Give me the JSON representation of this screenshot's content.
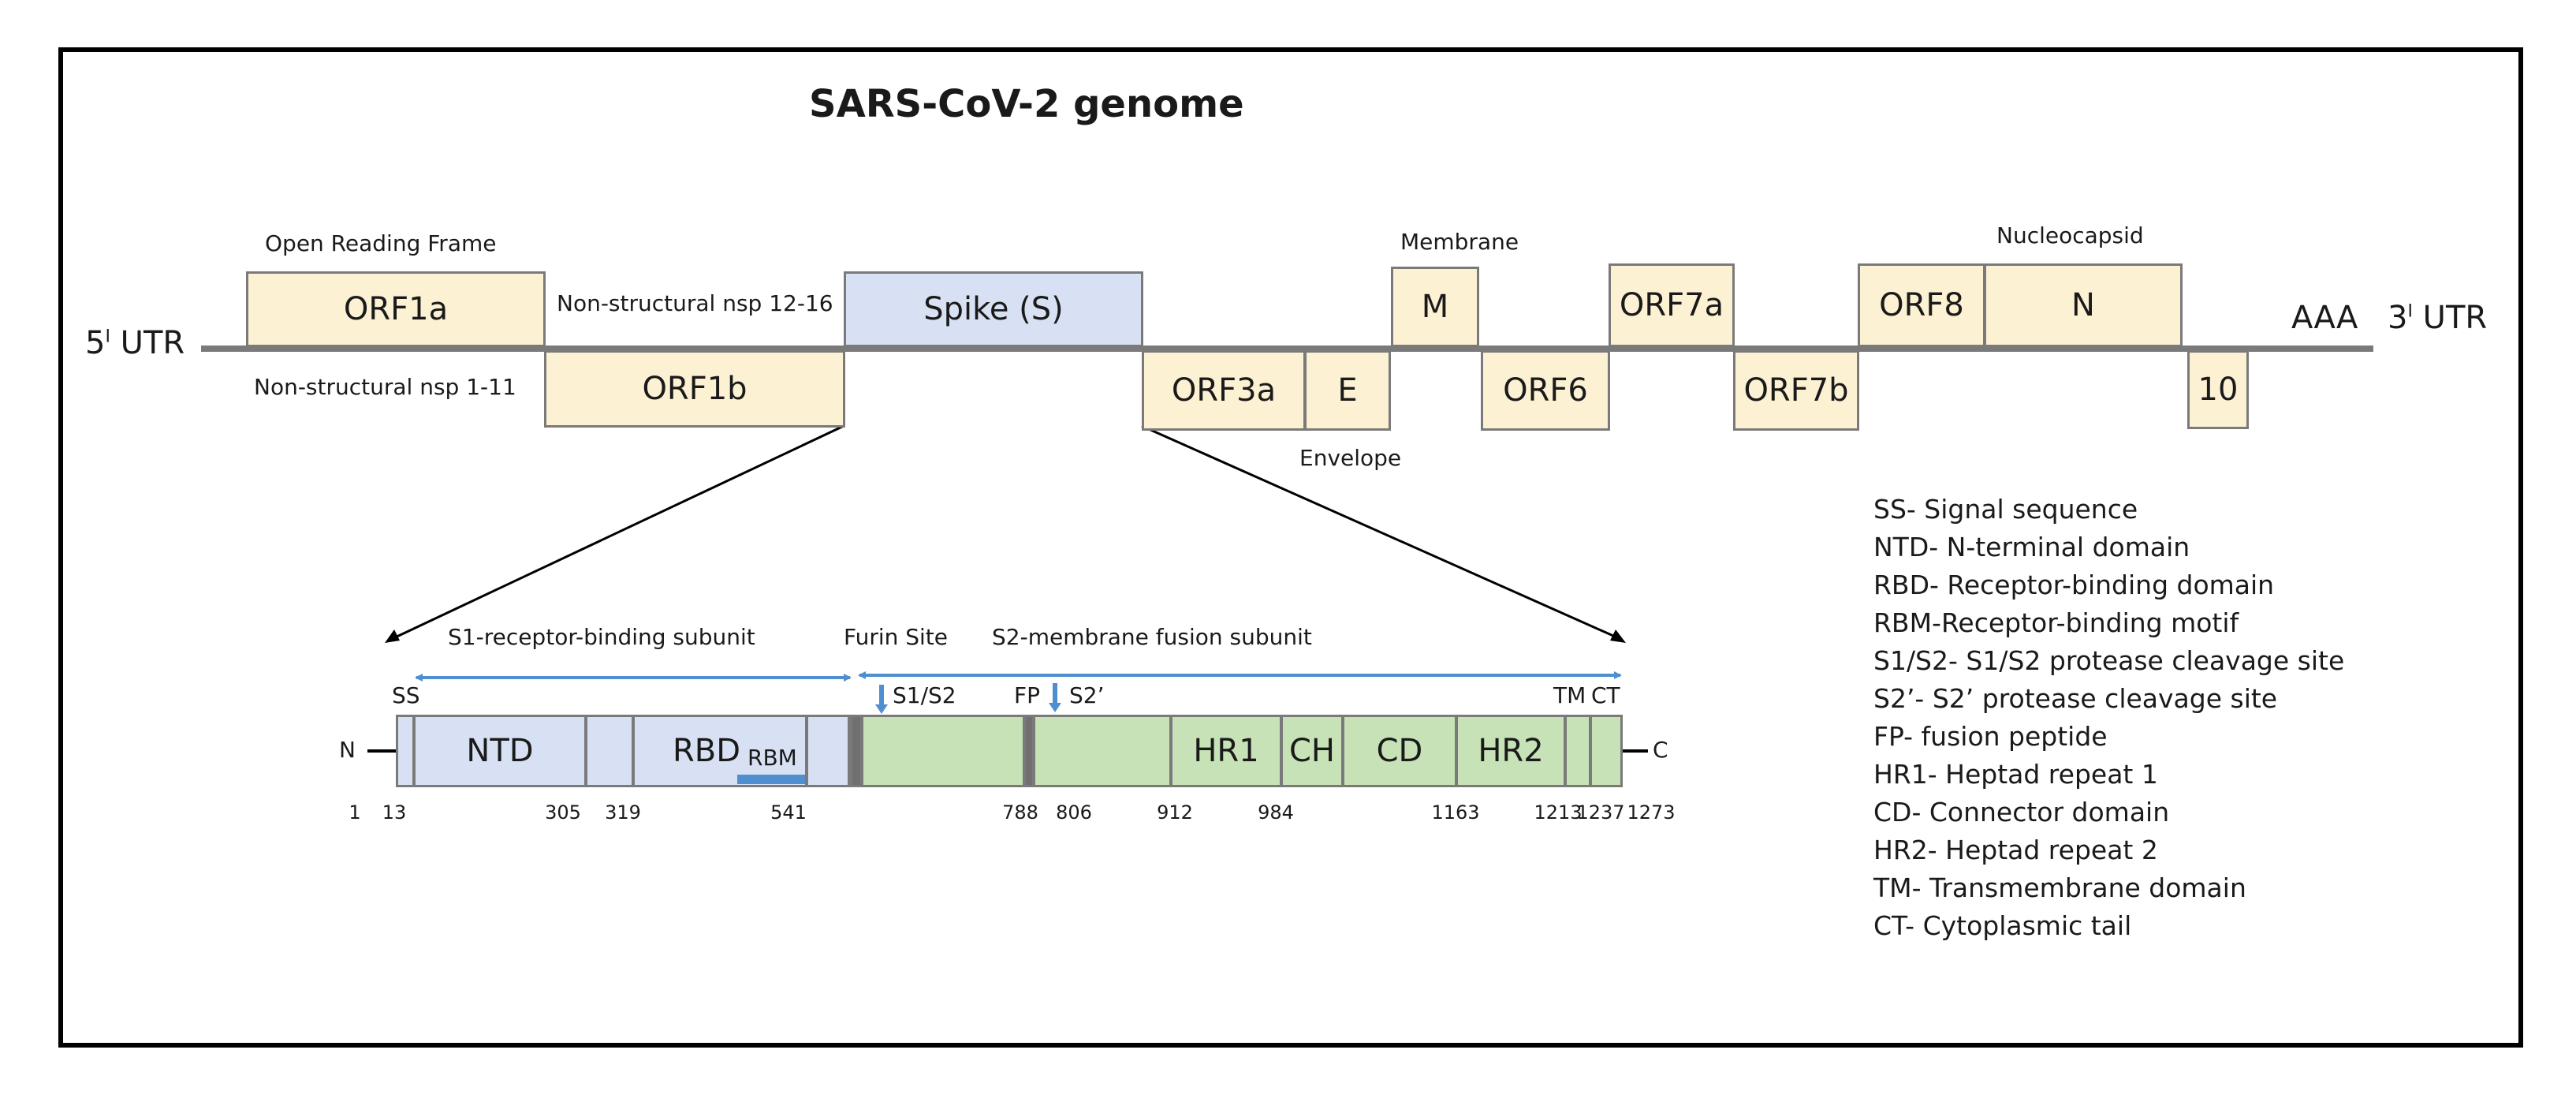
{
  "title": "SARS-CoV-2 genome",
  "genome": {
    "utr5": "5",
    "utr5_sup": "I",
    "utr5_suffix": "UTR",
    "utr3": "3",
    "utr3_sup": "I",
    "utr3_suffix": "UTR",
    "polyA": "AAA",
    "boxes": {
      "orf1a": "ORF1a",
      "orf1b": "ORF1b",
      "spike": "Spike (S)",
      "orf3a": "ORF3a",
      "e": "E",
      "m": "M",
      "orf6": "ORF6",
      "orf7a": "ORF7a",
      "orf7b": "ORF7b",
      "orf8": "ORF8",
      "n": "N",
      "orf10": "10"
    },
    "labels": {
      "open_reading_frame": "Open Reading Frame",
      "nsp_12_16": "Non-structural nsp 12-16",
      "nsp_1_11": "Non-structural nsp 1-11",
      "membrane": "Membrane",
      "envelope": "Envelope",
      "nucleocapsid": "Nucleocapsid"
    }
  },
  "spike_protein": {
    "s1_label": "S1-receptor-binding  subunit",
    "furin_label": "Furin Site",
    "s2_label": "S2-membrane fusion subunit",
    "n_term": "N",
    "c_term": "C",
    "ss": "SS",
    "domains": {
      "ntd": "NTD",
      "rbd": "RBD",
      "rbm": "RBM",
      "hr1": "HR1",
      "ch": "CH",
      "cd": "CD",
      "hr2": "HR2",
      "tm": "TM",
      "ct": "CT"
    },
    "sites": {
      "s1s2": "S1/S2",
      "fp": "FP",
      "s2prime": "S2’"
    },
    "positions": [
      "1",
      "13",
      "305",
      "319",
      "541",
      "788",
      "806",
      "912",
      "984",
      "1163",
      "1213",
      "1237",
      "1273"
    ]
  },
  "legend": [
    "SS- Signal sequence",
    "NTD- N-terminal domain",
    "RBD- Receptor-binding domain",
    "RBM-Receptor-binding motif",
    "S1/S2- S1/S2 protease cleavage site",
    "S2’- S2’ protease cleavage site",
    "FP- fusion peptide",
    "HR1- Heptad repeat 1",
    "CD- Connector domain",
    "HR2- Heptad repeat 2",
    "TM- Transmembrane domain",
    "CT- Cytoplasmic tail"
  ],
  "colors": {
    "orf_fill": "#fdf1d3",
    "spike_fill": "#d8e1f3",
    "s2_fill": "#c7e2b6",
    "arrow_blue": "#4f8fd0",
    "line_gray": "#7a7a7a"
  }
}
